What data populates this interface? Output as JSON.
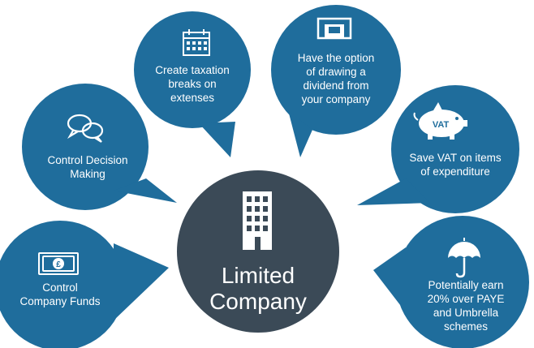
{
  "colors": {
    "bubble": "#1f6d9c",
    "center": "#3b4a57",
    "text": "#ffffff"
  },
  "center": {
    "line1": "Limited",
    "line2": "Company",
    "icon": "building-icon"
  },
  "bubbles": {
    "funds": {
      "lines": [
        "Control",
        "Company Funds"
      ],
      "icon": "banknote-icon"
    },
    "decision": {
      "lines": [
        "Control Decision",
        "Making"
      ],
      "icon": "speech-bubbles-icon"
    },
    "taxation": {
      "lines": [
        "Create taxation",
        "breaks on",
        "extenses"
      ],
      "icon": "calendar-icon"
    },
    "dividend": {
      "lines": [
        "Have the option",
        "of drawing a",
        "dividend from",
        "your company"
      ],
      "icon": "cash-machine-icon"
    },
    "vat": {
      "lines": [
        "Save VAT on items",
        "of expenditure"
      ],
      "icon": "piggy-bank-icon",
      "icon_text": "VAT"
    },
    "earn": {
      "lines": [
        "Potentially earn",
        "20% over PAYE",
        "and Umbrella",
        "schemes"
      ],
      "icon": "umbrella-icon"
    }
  }
}
